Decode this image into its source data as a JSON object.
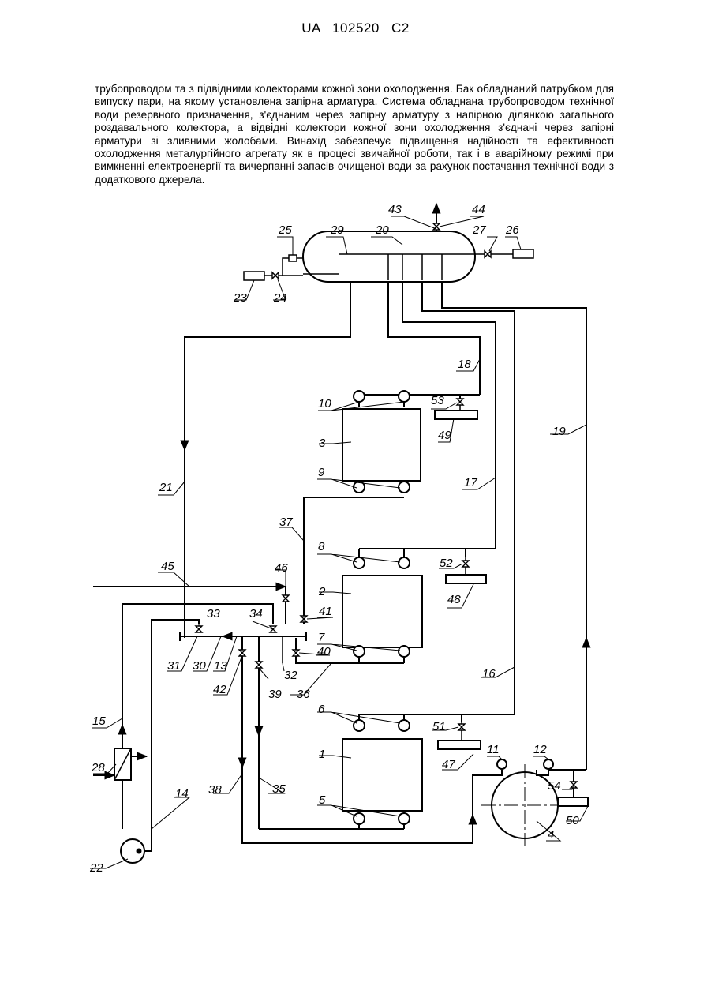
{
  "header": {
    "patent_number": "UA  102520  C2"
  },
  "abstract": {
    "text": "трубопроводом та з підвідними колекторами кожної зони охолодження. Бак обладнаний патрубком для випуску пари, на якому установлена запірна арматура. Система обладнана трубопроводом технічної води резервного призначення, з'єднаним через запірну арматуру з напірною ділянкою загального роздавального колектора, а відвідні колектори кожної зони охолодження з'єднані через запірні арматури зі зливними жолобами. Винахід забезпечує підвищення надійності та ефективності охолодження металургійного агрегату як в процесі звичайної роботи, так і в аварійному режимі при вимкненні електроенергії та вичерпанні запасів очищеної води за рахунок постачання технічної води з додаткового джерела."
  },
  "figure": {
    "labels": {
      "l1": "1",
      "l2": "2",
      "l3": "3",
      "l4": "4",
      "l5": "5",
      "l6": "6",
      "l7": "7",
      "l8": "8",
      "l9": "9",
      "l10": "10",
      "l11": "11",
      "l12": "12",
      "l13": "13",
      "l14": "14",
      "l15": "15",
      "l16": "16",
      "l17": "17",
      "l18": "18",
      "l19": "19",
      "l20": "20",
      "l21": "21",
      "l22": "22",
      "l23": "23",
      "l24": "24",
      "l25": "25",
      "l26": "26",
      "l27": "27",
      "l28": "28",
      "l29": "29",
      "l30": "30",
      "l31": "31",
      "l32": "32",
      "l33": "33",
      "l34": "34",
      "l35": "35",
      "l36": "36",
      "l37": "37",
      "l38": "38",
      "l39": "39",
      "l40": "40",
      "l41": "41",
      "l42": "42",
      "l43": "43",
      "l44": "44",
      "l45": "45",
      "l46": "46",
      "l47": "47",
      "l48": "48",
      "l49": "49",
      "l50": "50",
      "l51": "51",
      "l52": "52",
      "l53": "53",
      "l54": "54"
    }
  }
}
